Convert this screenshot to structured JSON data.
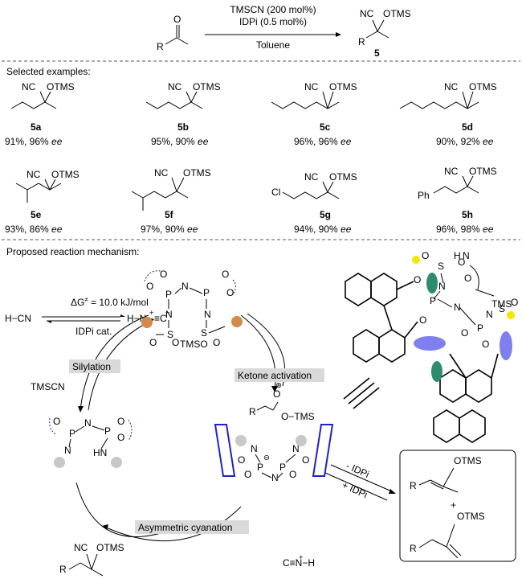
{
  "reaction": {
    "reagent_line1": "TMSCN (200 mol%)",
    "reagent_line2": "IDPi (0.5 mol%)",
    "solvent": "Toluene",
    "substrate": "R",
    "product_label": "5",
    "product_nc": "NC",
    "product_otms": "OTMS",
    "product_r": "R"
  },
  "examples": {
    "heading": "Selected examples:",
    "items": [
      {
        "label": "5a",
        "yield": "91%, 96%",
        "ee": "ee"
      },
      {
        "label": "5b",
        "yield": "95%, 90%",
        "ee": "ee"
      },
      {
        "label": "5c",
        "yield": "96%, 96%",
        "ee": "ee"
      },
      {
        "label": "5d",
        "yield": "90%, 92%",
        "ee": "ee"
      },
      {
        "label": "5e",
        "yield": "93%, 86%",
        "ee": "ee"
      },
      {
        "label": "5f",
        "yield": "97%, 90%",
        "ee": "ee"
      },
      {
        "label": "5g",
        "yield": "94%, 90%",
        "ee": "ee"
      },
      {
        "label": "5h",
        "yield": "96%, 98%",
        "ee": "ee"
      }
    ],
    "nc": "NC",
    "otms": "OTMS",
    "cl": "Cl",
    "ph": "Ph"
  },
  "mechanism": {
    "heading": "Proposed reaction mechanism:",
    "dg_label": "ΔG",
    "dg_value": "= 10.0 kJ/mol",
    "hcn": "H−CN",
    "idpi_cat": "IDPi cat.",
    "hnc": "H−N",
    "silylation": "Silylation",
    "tmscn": "TMSCN",
    "ketone_activation": "Ketone activation",
    "asym_cyanation": "Asymmetric cyanation",
    "cnh": "C≡N−H",
    "minus_idpi": "- IDPi",
    "plus_idpi": "+ IDPi",
    "box_otms1": "OTMS",
    "box_plus": "+",
    "box_otms2": "OTMS",
    "box_r": "R",
    "o_tms": "O−TMS",
    "tms": "TMS",
    "tmso": "TMSO",
    "atoms": {
      "P": "P",
      "N": "N",
      "O": "O",
      "S": "S",
      "H": "H",
      "R": "R",
      "NH": "HN"
    }
  },
  "colors": {
    "orange": "#d38a4a",
    "teal": "#2e8b6e",
    "violet": "#7f7ff0",
    "yellow": "#f5e600",
    "blue": "#1f1fd0",
    "grey": "#c8c8c8"
  }
}
